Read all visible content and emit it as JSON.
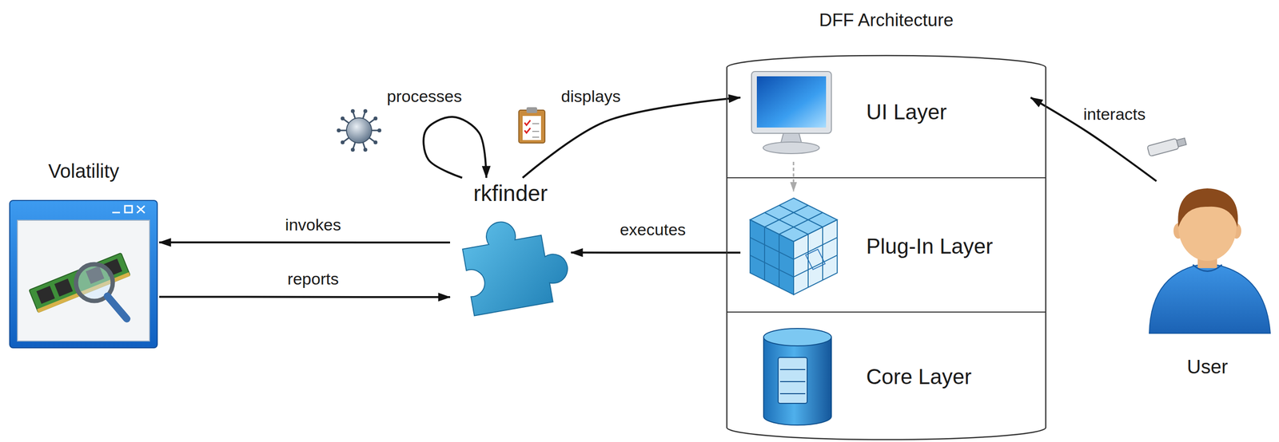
{
  "diagram": {
    "nodes": [
      {
        "text": [
          "Volatility"
        ]
      },
      {
        "text": [
          "rkfinder"
        ]
      },
      {
        "text": [
          "DFF Architecture"
        ]
      },
      {
        "text": [
          "UI Layer"
        ],
        "in": 2
      },
      {
        "text": [
          "Plug-In Layer"
        ],
        "in": 2
      },
      {
        "text": [
          "Core Layer"
        ],
        "in": 2
      },
      {
        "text": [
          "User"
        ]
      }
    ],
    "edges": [
      {
        "from": 1,
        "to": 1,
        "label": "processes",
        "arrow": "to"
      },
      {
        "from": 1,
        "to": 3,
        "label": "displays",
        "arrow": "to"
      },
      {
        "from": 1,
        "to": 0,
        "label": "invokes",
        "arrow": "to"
      },
      {
        "from": 0,
        "to": 1,
        "label": "reports",
        "arrow": "to"
      },
      {
        "from": 4,
        "to": 1,
        "label": "executes",
        "arrow": "to"
      },
      {
        "from": 6,
        "to": 3,
        "label": "interacts",
        "arrow": "to"
      },
      {
        "from": 3,
        "to": 4,
        "arrow": "to"
      }
    ]
  }
}
